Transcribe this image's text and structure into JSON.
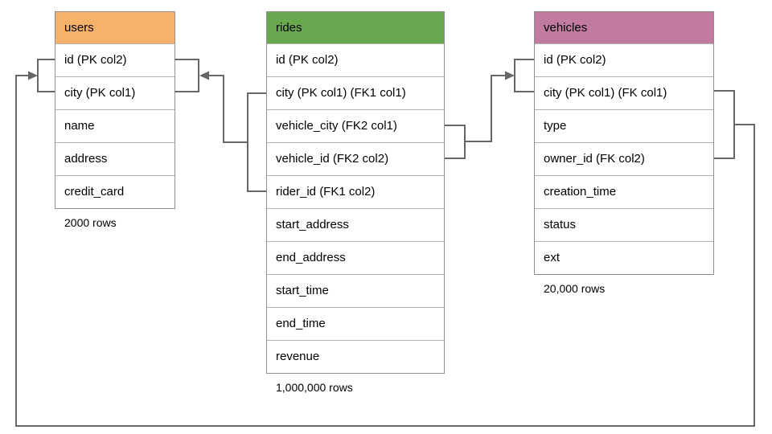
{
  "diagram": {
    "tables": {
      "users": {
        "name": "users",
        "header_color": "#F6B26B",
        "columns": [
          "id (PK col2)",
          "city (PK col1)",
          "name",
          "address",
          "credit_card"
        ],
        "row_count": "2000 rows"
      },
      "rides": {
        "name": "rides",
        "header_color": "#6AA84F",
        "columns": [
          "id (PK col2)",
          "city (PK col1) (FK1 col1)",
          "vehicle_city (FK2 col1)",
          "vehicle_id (FK2 col2)",
          "rider_id (FK1 col2)",
          "start_address",
          "end_address",
          "start_time",
          "end_time",
          "revenue"
        ],
        "row_count": "1,000,000 rows"
      },
      "vehicles": {
        "name": "vehicles",
        "header_color": "#C27BA0",
        "columns": [
          "id (PK col2)",
          "city (PK col1) (FK col1)",
          "type",
          "owner_id (FK col2)",
          "creation_time",
          "status",
          "ext"
        ],
        "row_count": "20,000 rows"
      }
    },
    "relationships": [
      {
        "from": "rides (FK1: city, rider_id)",
        "to": "users (PK: city, id)"
      },
      {
        "from": "rides (FK2: vehicle_city, vehicle_id)",
        "to": "vehicles (PK: city, id)"
      },
      {
        "from": "vehicles (FK: city, owner_id)",
        "to": "users (PK: city, id)"
      }
    ],
    "connector_color": "#666666"
  }
}
